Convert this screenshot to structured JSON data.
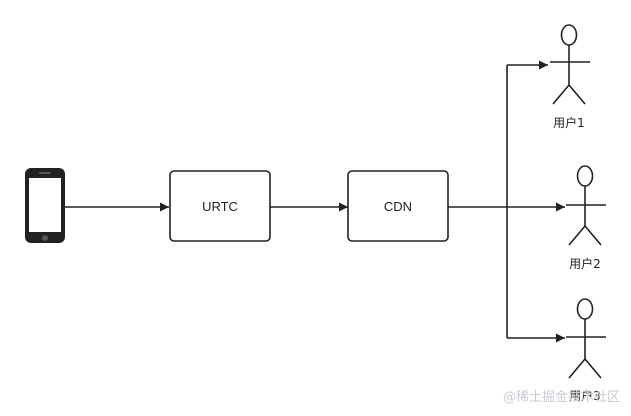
{
  "nodes": {
    "urtc": {
      "label": "URTC"
    },
    "cdn": {
      "label": "CDN"
    }
  },
  "users": [
    {
      "label": "用户1"
    },
    {
      "label": "用户2"
    },
    {
      "label": "用户3"
    }
  ],
  "watermark": {
    "text": "@稀土掘金技术社区"
  },
  "colors": {
    "stroke": "#222222",
    "watermark": "#c8cdd3"
  },
  "icons": {
    "source": "smartphone-icon",
    "user": "stick-figure-user-icon"
  }
}
